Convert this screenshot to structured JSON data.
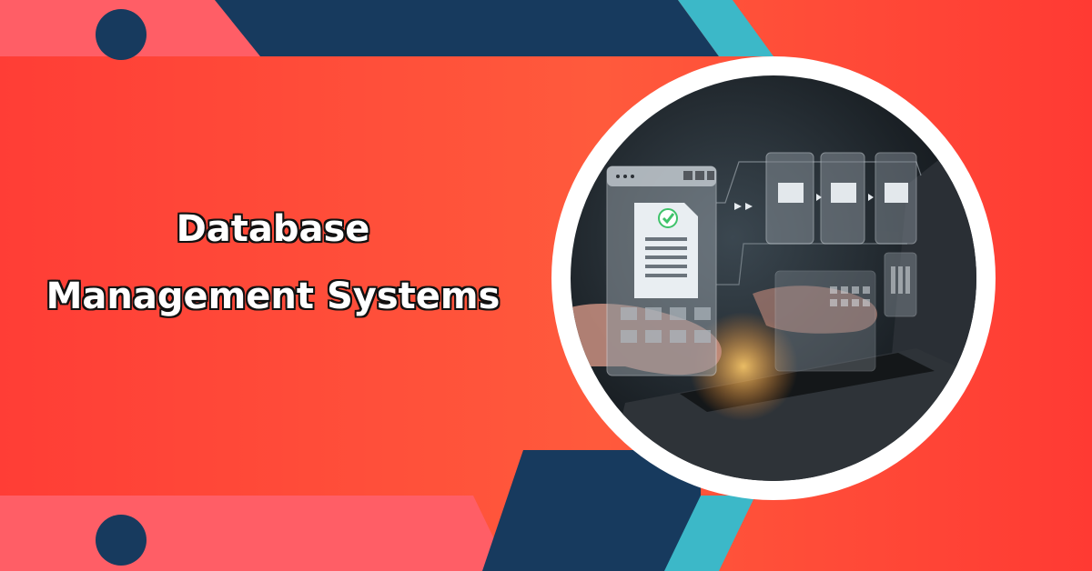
{
  "title": {
    "line1": "Database",
    "line2": "Management Systems"
  },
  "colors": {
    "primary_red": "#ff4d3a",
    "navy": "#173a5e",
    "teal": "#3cb8c8",
    "pink": "#ff5d6a",
    "white": "#ffffff"
  },
  "image": {
    "subject": "laptop-with-database-folders"
  }
}
